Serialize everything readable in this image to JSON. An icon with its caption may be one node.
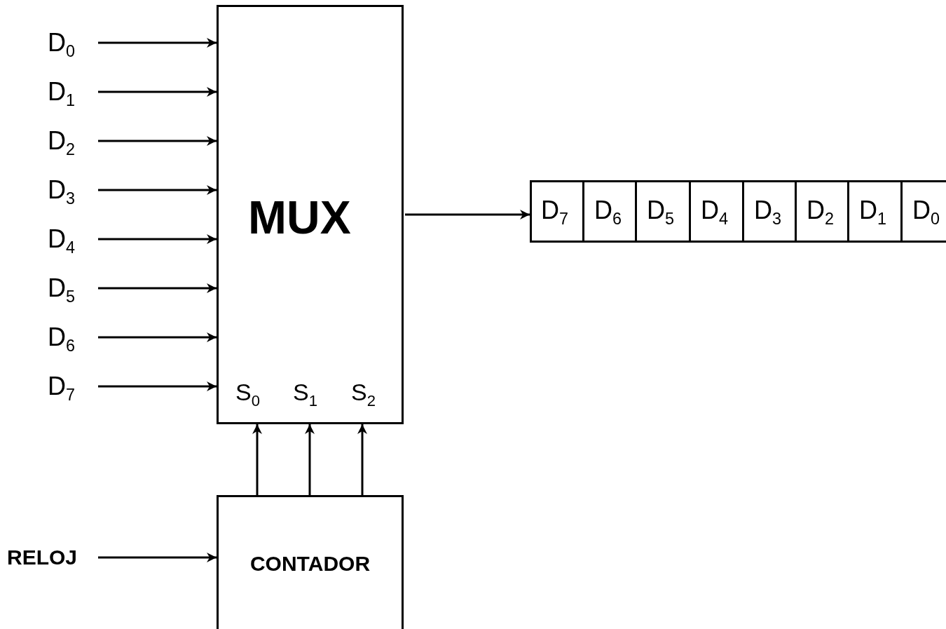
{
  "diagram": {
    "nodes": [
      {
        "text": [
          "D$_{0}$"
        ]
      },
      {
        "text": [
          "D$_{1}$"
        ]
      },
      {
        "text": [
          "D$_{2}$"
        ]
      },
      {
        "text": [
          "D$_{3}$"
        ]
      },
      {
        "text": [
          "D$_{4}$"
        ]
      },
      {
        "text": [
          "D$_{5}$"
        ]
      },
      {
        "text": [
          "D$_{6}$"
        ]
      },
      {
        "text": [
          "D$_{7}$"
        ]
      },
      {
        "text": [
          "MUX",
          "S$_{0}$",
          "S$_{1}$",
          "S$_{2}$"
        ]
      },
      {
        "text": [
          "CONTADOR"
        ]
      },
      {
        "text": [
          "RELOJ"
        ]
      },
      {
        "text": [],
        "shape": "box"
      },
      {
        "text": [
          "D$_{7}$"
        ],
        "in": 11
      },
      {
        "text": [
          "D$_{6}$"
        ],
        "in": 11
      },
      {
        "text": [
          "D$_{5}$"
        ],
        "in": 11
      },
      {
        "text": [
          "D$_{4}$"
        ],
        "in": 11
      },
      {
        "text": [
          "D$_{3}$"
        ],
        "in": 11
      },
      {
        "text": [
          "D$_{2}$"
        ],
        "in": 11
      },
      {
        "text": [
          "D$_{1}$"
        ],
        "in": 11
      },
      {
        "text": [
          "D$_{0}$"
        ],
        "in": 11
      }
    ],
    "edges": [
      {
        "from": 0,
        "to": 8,
        "arrow": "to"
      },
      {
        "from": 1,
        "to": 8,
        "arrow": "to"
      },
      {
        "from": 2,
        "to": 8,
        "arrow": "to"
      },
      {
        "from": 3,
        "to": 8,
        "arrow": "to"
      },
      {
        "from": 4,
        "to": 8,
        "arrow": "to"
      },
      {
        "from": 5,
        "to": 8,
        "arrow": "to"
      },
      {
        "from": 6,
        "to": 8,
        "arrow": "to"
      },
      {
        "from": 7,
        "to": 8,
        "arrow": "to"
      },
      {
        "from": 9,
        "to": 8,
        "arrow": "to"
      },
      {
        "from": 9,
        "to": 8,
        "arrow": "to"
      },
      {
        "from": 9,
        "to": 8,
        "arrow": "to"
      },
      {
        "from": 10,
        "to": 9,
        "arrow": "to"
      },
      {
        "from": 8,
        "to": 11,
        "arrow": "to"
      }
    ]
  }
}
